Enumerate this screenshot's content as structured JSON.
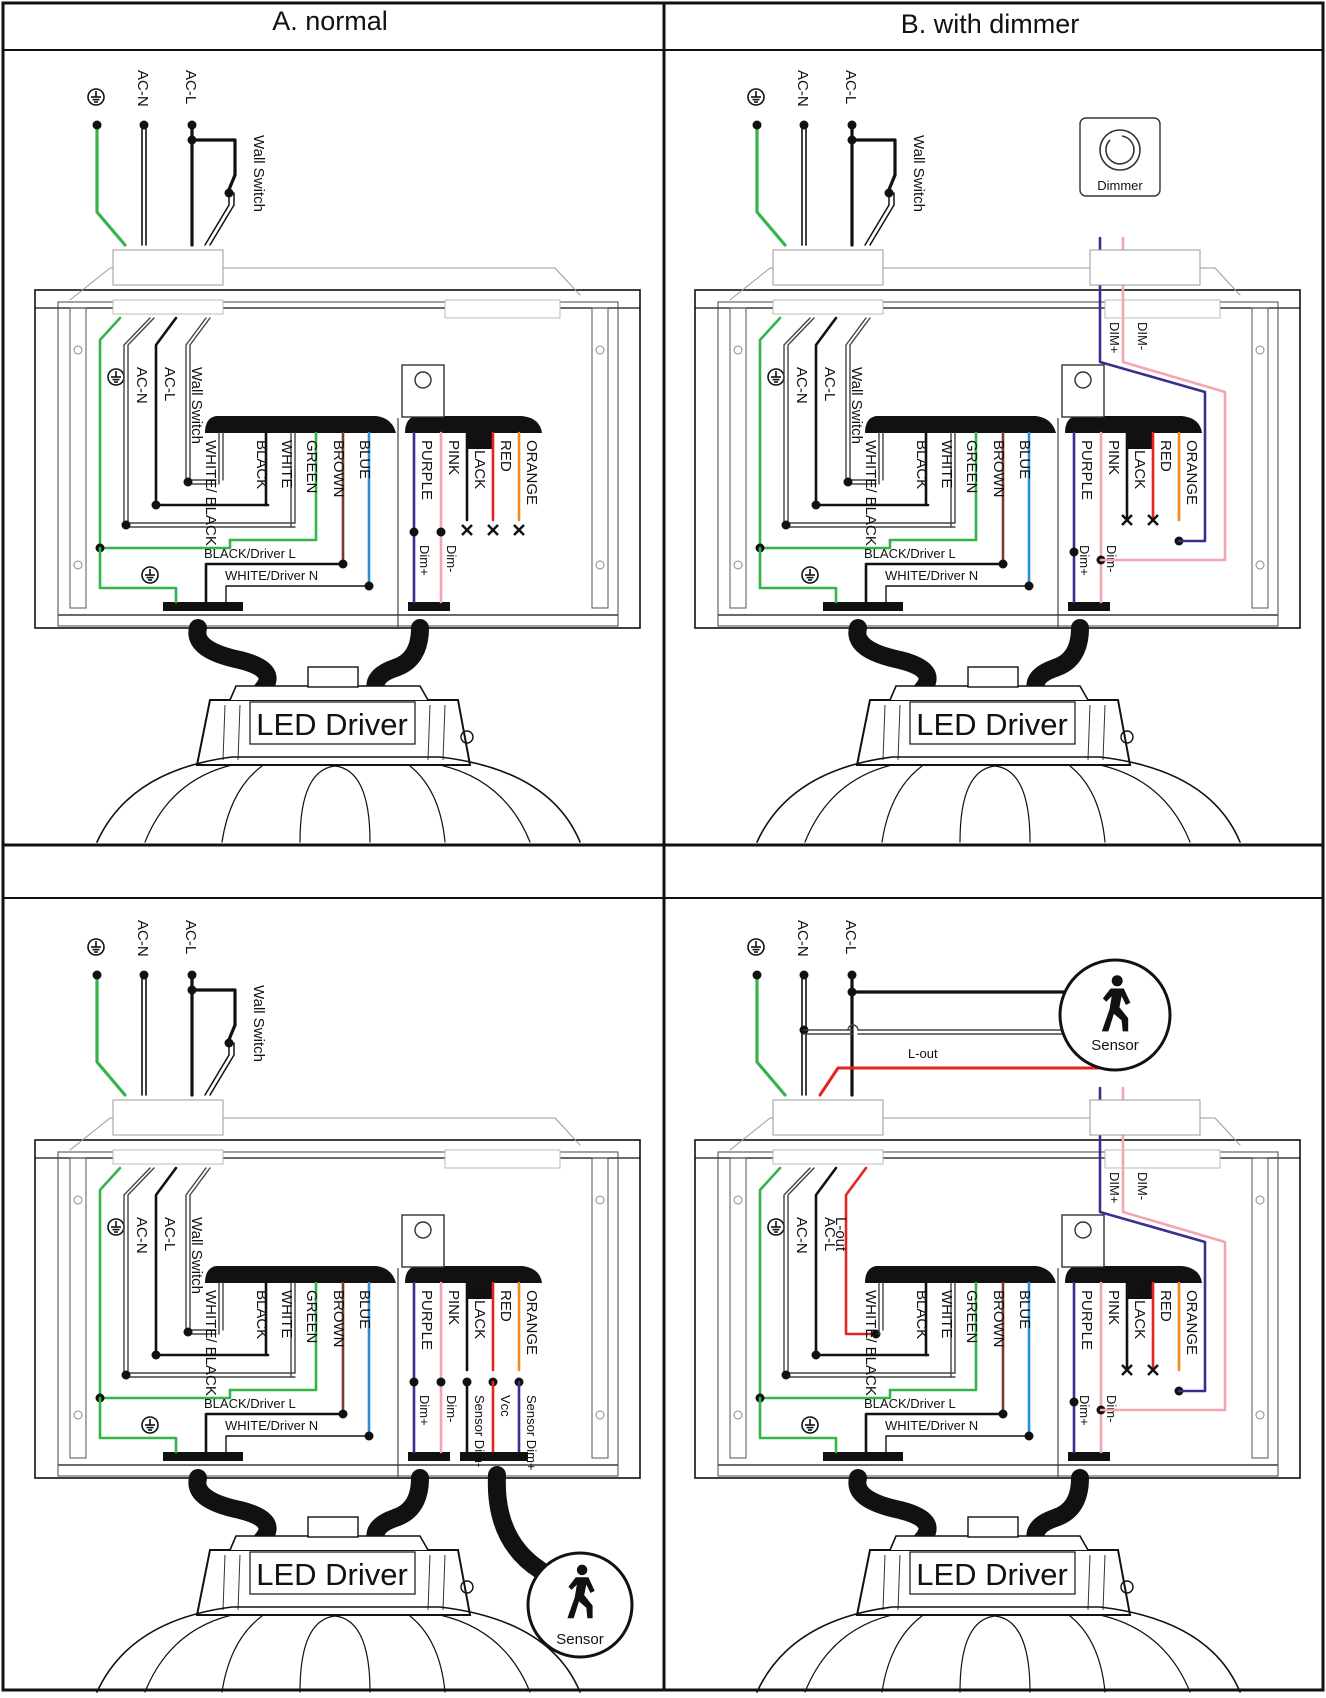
{
  "panels": [
    {
      "key": "A",
      "title": "A. normal",
      "variant": "normal",
      "top_labels": [
        "AC-N",
        "AC-L",
        "Wall Switch"
      ],
      "inner_labels": [
        "AC-N",
        "AC-L",
        "Wall Switch"
      ],
      "driver_wires": [
        "WHITE/ BLACK",
        "BLACK",
        "WHITE",
        "GREEN",
        "BROWN",
        "BLUE"
      ],
      "dim_wires": [
        "PURPLE",
        "PINK",
        "BLACK",
        "RED",
        "ORANGE"
      ],
      "bottom_labels": [
        "BLACK/Driver L",
        "WHITE/Driver N"
      ],
      "dim_terms": [
        "Dim+",
        "Dim-"
      ],
      "led_label": "LED Driver"
    },
    {
      "key": "B",
      "title": "B. with dimmer",
      "variant": "dimmer",
      "top_labels": [
        "AC-N",
        "AC-L",
        "Wall Switch"
      ],
      "inner_labels": [
        "AC-N",
        "AC-L",
        "Wall Switch"
      ],
      "driver_wires": [
        "WHITE/ BLACK",
        "BLACK",
        "WHITE",
        "GREEN",
        "BROWN",
        "BLUE"
      ],
      "dim_wires": [
        "PURPLE",
        "PINK",
        "BLACK",
        "RED",
        "ORANGE"
      ],
      "bottom_labels": [
        "BLACK/Driver L",
        "WHITE/Driver N"
      ],
      "dim_terms": [
        "Dim+",
        "Dim-"
      ],
      "device_label": "Dimmer",
      "device_wires": [
        "DIM+",
        "DIM-"
      ],
      "led_label": "LED Driver"
    },
    {
      "key": "C",
      "title": "C. with DC sensor",
      "variant": "dc",
      "top_labels": [
        "AC-N",
        "AC-L",
        "Wall Switch"
      ],
      "inner_labels": [
        "AC-N",
        "AC-L",
        "Wall Switch"
      ],
      "driver_wires": [
        "WHITE/ BLACK",
        "BLACK",
        "WHITE",
        "GREEN",
        "BROWN",
        "BLUE"
      ],
      "dim_wires": [
        "PURPLE",
        "PINK",
        "BLACK",
        "RED",
        "ORANGE"
      ],
      "bottom_labels": [
        "BLACK/Driver L",
        "WHITE/Driver N"
      ],
      "dim_terms": [
        "Dim+",
        "Dim-"
      ],
      "sensor_terms": [
        "Sensor Dim-",
        "Vcc",
        "Sensor Dim+"
      ],
      "device_label": "Sensor",
      "led_label": "LED Driver"
    },
    {
      "key": "D",
      "title": "D. with AC sensor",
      "variant": "ac",
      "top_labels": [
        "AC-N",
        "AC-L"
      ],
      "inner_labels": [
        "AC-N",
        "AC-L",
        "L-out"
      ],
      "driver_wires": [
        "WHITE/ BLACK",
        "BLACK",
        "WHITE",
        "GREEN",
        "BROWN",
        "BLUE"
      ],
      "dim_wires": [
        "PURPLE",
        "PINK",
        "BLACK",
        "RED",
        "ORANGE"
      ],
      "bottom_labels": [
        "BLACK/Driver L",
        "WHITE/Driver N"
      ],
      "dim_terms": [
        "Dim+",
        "Dim-"
      ],
      "device_label": "Sensor",
      "device_wires": [
        "DIM+",
        "DIM-"
      ],
      "lout_label": "L-out",
      "led_label": "LED Driver"
    }
  ],
  "colors": {
    "green": "#35b44a",
    "black": "#111111",
    "brown": "#7a3b2a",
    "blue": "#2a8fd6",
    "purple": "#3a2f8f",
    "pink": "#f2a7b0",
    "red": "#e52421",
    "orange": "#f08c1e",
    "white_wire": "#999999"
  },
  "icons": [
    "ground-icon",
    "switch-icon",
    "dimmer-knob-icon",
    "walking-person-icon"
  ]
}
